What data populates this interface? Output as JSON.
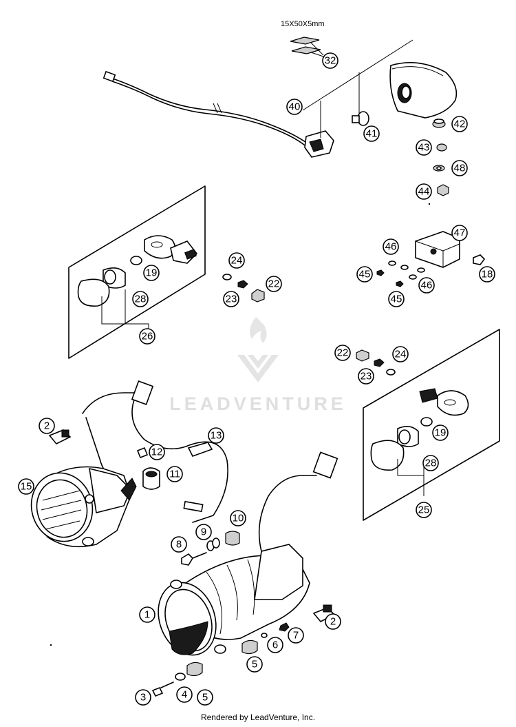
{
  "dimension_label": "15X50X5mm",
  "watermark": "LEADVENTURE",
  "footer": "Rendered by LeadVenture, Inc.",
  "callouts": [
    {
      "id": "c32",
      "label": "32"
    },
    {
      "id": "c40",
      "label": "40"
    },
    {
      "id": "c41",
      "label": "41"
    },
    {
      "id": "c42",
      "label": "42"
    },
    {
      "id": "c43",
      "label": "43"
    },
    {
      "id": "c48",
      "label": "48"
    },
    {
      "id": "c44",
      "label": "44"
    },
    {
      "id": "c47",
      "label": "47"
    },
    {
      "id": "c46a",
      "label": "46"
    },
    {
      "id": "c45a",
      "label": "45"
    },
    {
      "id": "c46b",
      "label": "46"
    },
    {
      "id": "c45b",
      "label": "45"
    },
    {
      "id": "c18",
      "label": "18"
    },
    {
      "id": "c19a",
      "label": "19"
    },
    {
      "id": "c28a",
      "label": "28"
    },
    {
      "id": "c26",
      "label": "26"
    },
    {
      "id": "c24a",
      "label": "24"
    },
    {
      "id": "c23a",
      "label": "23"
    },
    {
      "id": "c22a",
      "label": "22"
    },
    {
      "id": "c22b",
      "label": "22"
    },
    {
      "id": "c23b",
      "label": "23"
    },
    {
      "id": "c24b",
      "label": "24"
    },
    {
      "id": "c19b",
      "label": "19"
    },
    {
      "id": "c28b",
      "label": "28"
    },
    {
      "id": "c25",
      "label": "25"
    },
    {
      "id": "c2a",
      "label": "2"
    },
    {
      "id": "c13",
      "label": "13"
    },
    {
      "id": "c12",
      "label": "12"
    },
    {
      "id": "c11",
      "label": "11"
    },
    {
      "id": "c15",
      "label": "15"
    },
    {
      "id": "c10",
      "label": "10"
    },
    {
      "id": "c9",
      "label": "9"
    },
    {
      "id": "c8",
      "label": "8"
    },
    {
      "id": "c1",
      "label": "1"
    },
    {
      "id": "c2b",
      "label": "2"
    },
    {
      "id": "c7",
      "label": "7"
    },
    {
      "id": "c6",
      "label": "6"
    },
    {
      "id": "c5a",
      "label": "5"
    },
    {
      "id": "c5b",
      "label": "5"
    },
    {
      "id": "c3",
      "label": "3"
    },
    {
      "id": "c4",
      "label": "4"
    }
  ]
}
